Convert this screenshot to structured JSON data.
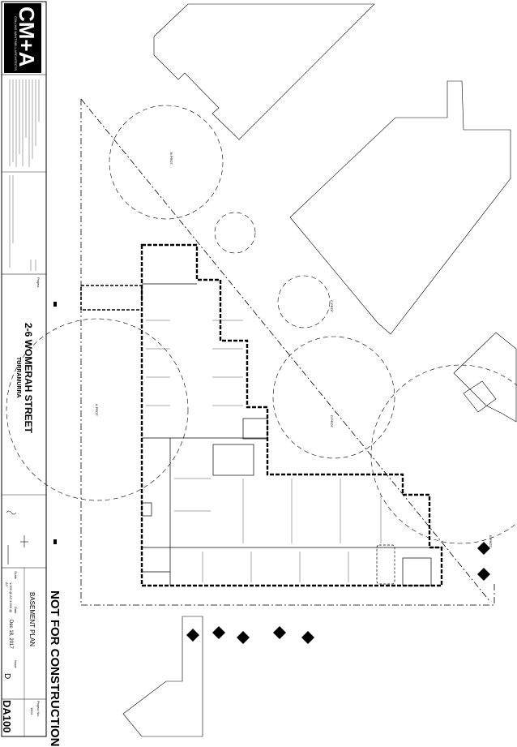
{
  "title_block": {
    "logo_text": "CM+A",
    "firm_name": "COLLINS MANTINELL ARCHITECTS",
    "project_label": "Project",
    "project_name": "2-6 WOMERAH STREET",
    "project_suburb": "TURRAMURRA",
    "drawing_title": "BASEMENT PLAN",
    "scale_label": "Scale",
    "scale_value": "1:200 @ A3 1:400 @ A3",
    "date_label": "Date",
    "date_value": "Dec 18, 2017",
    "revision_label": "Issue",
    "revision_value": "D",
    "project_no_label": "Project No.",
    "project_no_value": "1604",
    "drawing_number": "DA100",
    "status": "NOT FOR CONSTRUCTION"
  },
  "tree_labels": [
    {
      "code": "A",
      "sub": "PROT."
    },
    {
      "code": "B",
      "sub": "PROT."
    },
    {
      "code": "C",
      "sub": "PROT."
    },
    {
      "code": "D",
      "sub": "PROT."
    },
    {
      "code": "E",
      "sub": "PROT."
    }
  ],
  "colors": {
    "ink": "#000000",
    "paper": "#ffffff",
    "grey_line": "#777777"
  }
}
